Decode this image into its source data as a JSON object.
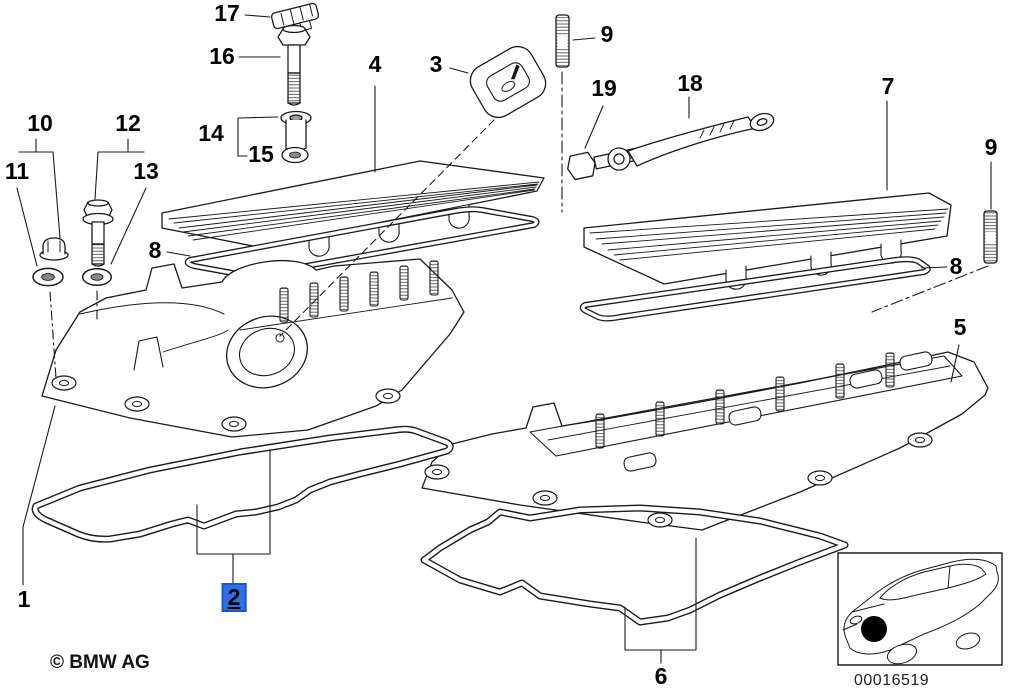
{
  "diagram": {
    "copyright": "© BMW AG",
    "image_number": "00016519",
    "background": "#ffffff",
    "line_color": "#1a1a1a",
    "highlight": {
      "background": "#2e71e5",
      "border": "#1a55cc",
      "text_color": "#000000"
    },
    "icons": {
      "car_location_icon": "car-silhouette-with-engine-location-dot"
    },
    "callouts": [
      {
        "label": "1",
        "highlighted": false
      },
      {
        "label": "2",
        "highlighted": true
      },
      {
        "label": "3",
        "highlighted": false
      },
      {
        "label": "4",
        "highlighted": false
      },
      {
        "label": "5",
        "highlighted": false
      },
      {
        "label": "6",
        "highlighted": false
      },
      {
        "label": "7",
        "highlighted": false
      },
      {
        "label": "8",
        "highlighted": false,
        "position": "left"
      },
      {
        "label": "8",
        "highlighted": false,
        "position": "right"
      },
      {
        "label": "9",
        "highlighted": false,
        "position": "top"
      },
      {
        "label": "9",
        "highlighted": false,
        "position": "right"
      },
      {
        "label": "10",
        "highlighted": false
      },
      {
        "label": "11",
        "highlighted": false
      },
      {
        "label": "12",
        "highlighted": false
      },
      {
        "label": "13",
        "highlighted": false
      },
      {
        "label": "14",
        "highlighted": false
      },
      {
        "label": "15",
        "highlighted": false
      },
      {
        "label": "16",
        "highlighted": false
      },
      {
        "label": "17",
        "highlighted": false
      },
      {
        "label": "18",
        "highlighted": false
      },
      {
        "label": "19",
        "highlighted": false
      }
    ]
  }
}
